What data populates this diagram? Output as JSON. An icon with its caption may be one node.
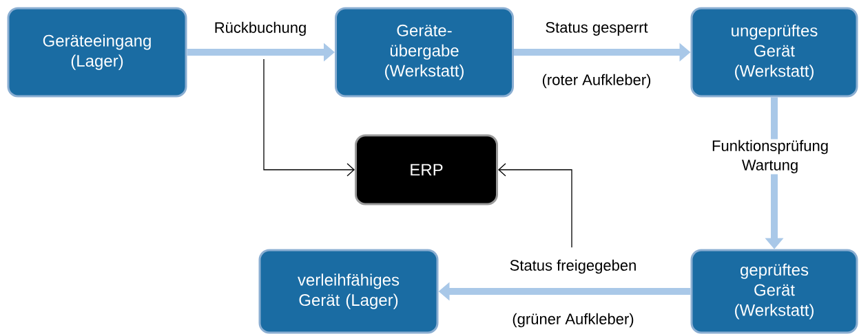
{
  "diagram": {
    "nodes": [
      {
        "text": [
          "Geräteeingang (Lager)"
        ]
      },
      {
        "text": [
          "Geräte-übergabe (Werkstatt)"
        ]
      },
      {
        "text": [
          "ungeprüftes Gerät (Werkstatt)"
        ]
      },
      {
        "text": [
          "ERP"
        ]
      },
      {
        "text": [
          "geprüftes Gerät (Werkstatt)"
        ]
      },
      {
        "text": [
          "verleihfähiges Gerät (Lager)"
        ]
      }
    ],
    "edges": [
      {
        "from": 0,
        "to": 1,
        "arrow": "to",
        "label": "Rückbuchung"
      },
      {
        "from": 1,
        "to": 2,
        "arrow": "to",
        "label": "Status gesperrt"
      },
      {
        "from": 2,
        "to": 4,
        "arrow": "to",
        "label": "Funktionsprüfung Wartung"
      },
      {
        "from": 4,
        "to": 5,
        "arrow": "to",
        "label": "Status freigegeben"
      },
      {
        "from": null,
        "to": 3,
        "arrow": "to",
        "color": "#000000"
      },
      {
        "from": null,
        "to": 3,
        "arrow": "to",
        "color": "#000000"
      }
    ],
    "labels": [
      "(roter Aufkleber)",
      "(grüner Aufkleber)"
    ]
  }
}
